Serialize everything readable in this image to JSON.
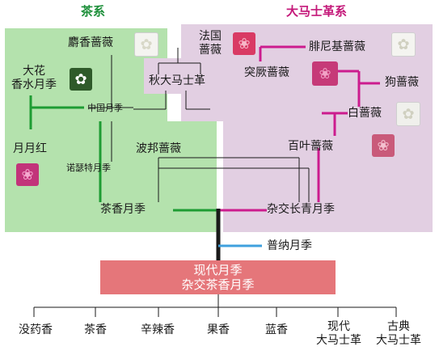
{
  "headers": {
    "tea": "茶系",
    "damask": "大马士革系"
  },
  "nodes": {
    "musk": "麝香蔷薇",
    "french": [
      "法国",
      "蔷薇"
    ],
    "phoenician": "腓尼基蔷薇",
    "autumn_damask": "秋大马士革",
    "gallica": "突厥蔷薇",
    "dog_rose": "狗蔷薇",
    "large_tea": [
      "大花",
      "香水月季"
    ],
    "china_rose": "中国月季",
    "alba": "白蔷薇",
    "yueyuehong": "月月红",
    "bourbon": "波邦蔷薇",
    "centifolia": "百叶蔷薇",
    "noisette": "诺瑟特月季",
    "tea_rose": "茶香月季",
    "hybrid_perpetual": "杂交长青月季",
    "portland": "普纳月季",
    "modern": [
      "现代月季",
      "杂交茶香月季"
    ],
    "leaves": [
      {
        "lines": [
          "没药香"
        ]
      },
      {
        "lines": [
          "茶香"
        ]
      },
      {
        "lines": [
          "辛辣香"
        ]
      },
      {
        "lines": [
          "果香"
        ]
      },
      {
        "lines": [
          "蓝香"
        ]
      },
      {
        "lines": [
          "现代",
          "大马士革"
        ]
      },
      {
        "lines": [
          "古典",
          "大马士革"
        ]
      }
    ]
  },
  "colors": {
    "tea_bg": "#b4e2ad",
    "damask_bg": "#e2cfe2",
    "tea_line": "#1e9c33",
    "damask_line": "#cc1c8e",
    "portland_line": "#3fa0de",
    "modern_box": "#e5767a",
    "header_green": "#1d8f3a",
    "header_magenta": "#c41879"
  },
  "icons": [
    "white-rose-icon",
    "pink-rose-icon",
    "white-rose-icon",
    "pink-rose-icon",
    "white-rose-icon",
    "white-rose-icon",
    "pink-rose-icon",
    "pink-rose-icon"
  ]
}
